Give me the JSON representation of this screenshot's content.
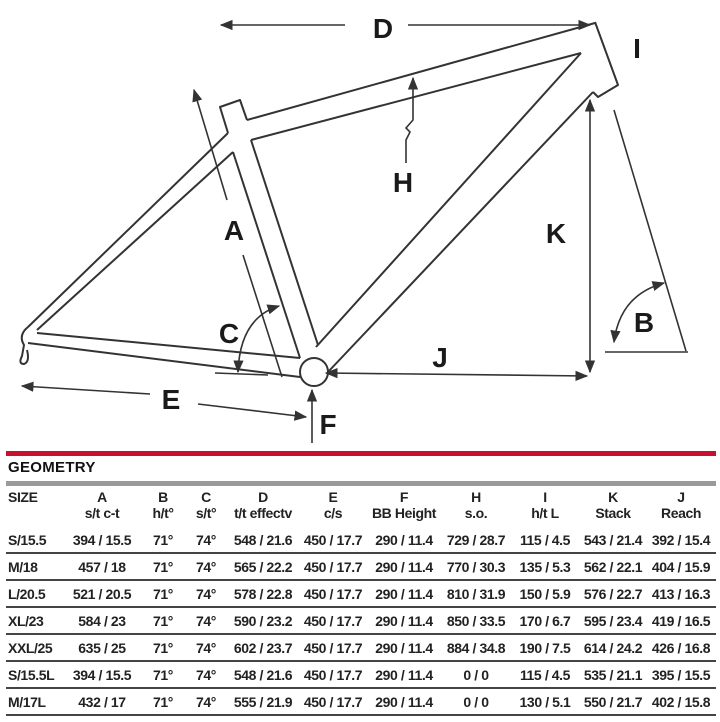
{
  "diagram": {
    "labels": {
      "A": "A",
      "B": "B",
      "C": "C",
      "D": "D",
      "E": "E",
      "F": "F",
      "H": "H",
      "I": "I",
      "J": "J",
      "K": "K"
    }
  },
  "geometry": {
    "title": "GEOMETRY",
    "accent_color": "#c8102e",
    "columns": [
      {
        "letter": "SIZE",
        "sub": ""
      },
      {
        "letter": "A",
        "sub": "s/t c-t"
      },
      {
        "letter": "B",
        "sub": "h/t°"
      },
      {
        "letter": "C",
        "sub": "s/t°"
      },
      {
        "letter": "D",
        "sub": "t/t effectv"
      },
      {
        "letter": "E",
        "sub": "c/s"
      },
      {
        "letter": "F",
        "sub": "BB Height"
      },
      {
        "letter": "H",
        "sub": "s.o."
      },
      {
        "letter": "I",
        "sub": "h/t L"
      },
      {
        "letter": "K",
        "sub": "Stack"
      },
      {
        "letter": "J",
        "sub": "Reach"
      }
    ],
    "rows": [
      [
        "S/15.5",
        "394 / 15.5",
        "71°",
        "74°",
        "548 / 21.6",
        "450 / 17.7",
        "290 / 11.4",
        "729 / 28.7",
        "115 / 4.5",
        "543 / 21.4",
        "392 / 15.4"
      ],
      [
        "M/18",
        "457 / 18",
        "71°",
        "74°",
        "565 / 22.2",
        "450 / 17.7",
        "290 / 11.4",
        "770 / 30.3",
        "135 / 5.3",
        "562 / 22.1",
        "404 / 15.9"
      ],
      [
        "L/20.5",
        "521 / 20.5",
        "71°",
        "74°",
        "578 / 22.8",
        "450 / 17.7",
        "290 / 11.4",
        "810 / 31.9",
        "150 / 5.9",
        "576 / 22.7",
        "413 / 16.3"
      ],
      [
        "XL/23",
        "584 / 23",
        "71°",
        "74°",
        "590 / 23.2",
        "450 / 17.7",
        "290 / 11.4",
        "850 / 33.5",
        "170 / 6.7",
        "595 / 23.4",
        "419 / 16.5"
      ],
      [
        "XXL/25",
        "635 / 25",
        "71°",
        "74°",
        "602 / 23.7",
        "450 / 17.7",
        "290 / 11.4",
        "884 / 34.8",
        "190 / 7.5",
        "614 / 24.2",
        "426 / 16.8"
      ],
      [
        "S/15.5L",
        "394 / 15.5",
        "71°",
        "74°",
        "548 / 21.6",
        "450 / 17.7",
        "290 / 11.4",
        "0 / 0",
        "115 / 4.5",
        "535 / 21.1",
        "395 / 15.5"
      ],
      [
        "M/17L",
        "432 / 17",
        "71°",
        "74°",
        "555 / 21.9",
        "450 / 17.7",
        "290 / 11.4",
        "0 / 0",
        "130 / 5.1",
        "550 / 21.7",
        "402 / 15.8"
      ]
    ]
  }
}
